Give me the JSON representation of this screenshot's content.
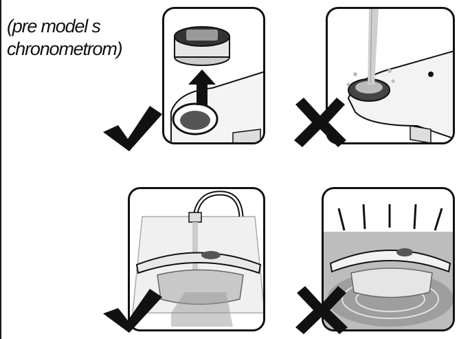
{
  "caption": {
    "line1": "(pre model s",
    "line2": "chronometrom)"
  },
  "panels": [
    {
      "id": "remove-timer",
      "verdict": "check-mark-icon"
    },
    {
      "id": "rinse-lid-tap",
      "verdict": "cross-mark-icon"
    },
    {
      "id": "wash-lid-sink",
      "verdict": "check-mark-icon"
    },
    {
      "id": "dishwasher",
      "verdict": "cross-mark-icon"
    }
  ],
  "colors": {
    "ink": "#111111",
    "gray": "#bdbdbd",
    "lightgray": "#e2e2e2"
  }
}
